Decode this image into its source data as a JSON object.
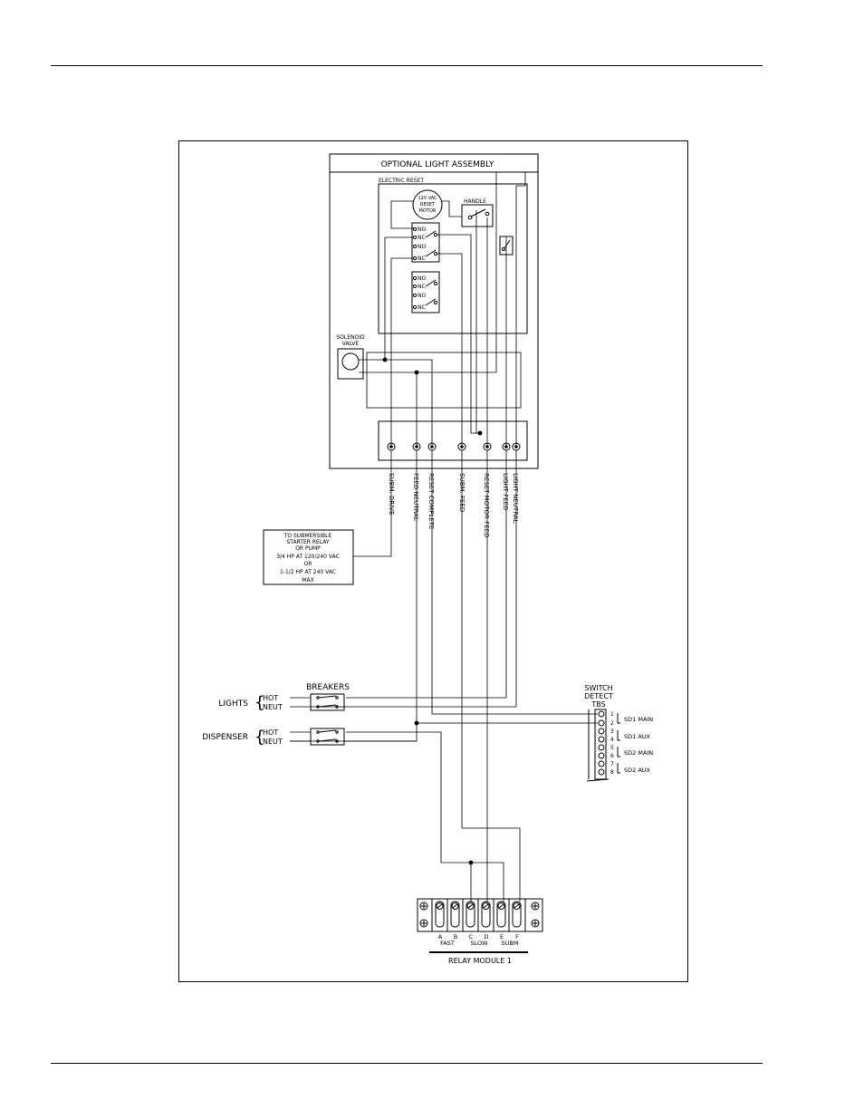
{
  "assembly": {
    "title": "OPTIONAL LIGHT ASSEMBLY",
    "electric_reset": "ELECTRIC RESET",
    "motor": [
      "120 VAC",
      "RESET",
      "MOTOR"
    ],
    "handle": "HANDLE",
    "contact_no": "NO",
    "contact_nc": "NC",
    "solenoid": [
      "SOLENOID",
      "VALVE"
    ]
  },
  "terminals": [
    "SUBM. DRIVE",
    "FEED NEUTRAL",
    "RESET COMPLETE",
    "SUBM. FEED",
    "RESET MOTOR FEED",
    "LIGHT FEED",
    "LIGHT NEUTRAL"
  ],
  "starter_note": [
    "TO SUBMERSIBLE",
    "STARTER RELAY",
    "OR PUMP",
    "3/4 HP AT 120/240 VAC",
    "OR",
    "1-1/2 HP AT 240 VAC",
    "MAX"
  ],
  "breakers": {
    "title": "BREAKERS",
    "lights": "LIGHTS",
    "dispenser": "DISPENSER",
    "hot": "HOT",
    "neut": "NEUT"
  },
  "switch_detect": {
    "title": [
      "SWITCH",
      "DETECT",
      "TBS"
    ],
    "numbers": [
      "1",
      "2",
      "3",
      "4",
      "5",
      "6",
      "7",
      "8"
    ],
    "labels": [
      "SD1 MAIN",
      "SD1 AUX",
      "SD2 MAIN",
      "SD2 AUX"
    ]
  },
  "relay": {
    "letters": [
      "A",
      "B",
      "C",
      "D",
      "E",
      "F"
    ],
    "groups": [
      "FAST",
      "SLOW",
      "SUBM"
    ],
    "title": "RELAY MODULE 1"
  }
}
